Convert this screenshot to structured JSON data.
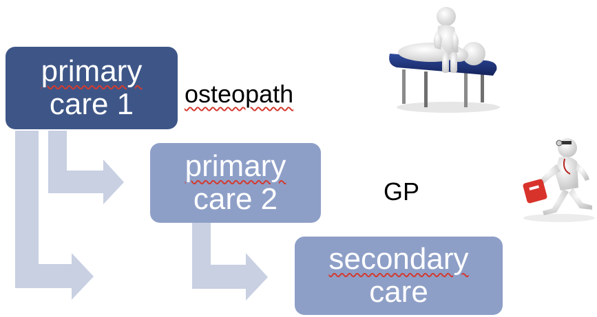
{
  "boxes": {
    "primary1": {
      "line1": "primary",
      "line2": "care 1"
    },
    "primary2": {
      "line1": "primary",
      "line2": "care 2"
    },
    "secondary": {
      "line1": "secondary",
      "line2": "care"
    }
  },
  "labels": {
    "osteopath": "osteopath",
    "gp": "GP"
  },
  "colors": {
    "dark_box": "#3e5687",
    "light_box": "#8e9fc7",
    "arrow": "#c8d0e2",
    "spellcheck_underline": "#d33a2f"
  },
  "icons": [
    "osteopath-treating-patient-figure",
    "doctor-running-with-bag-figure"
  ]
}
